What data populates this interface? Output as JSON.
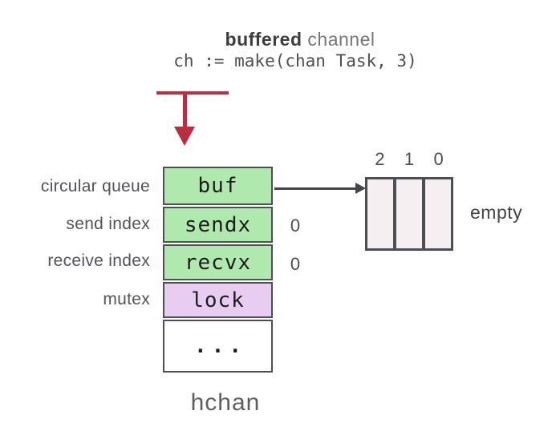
{
  "title": {
    "bold_word": "buffered",
    "rest": " channel"
  },
  "code_line": "ch := make(chan Task, 3)",
  "struct": {
    "name": "hchan",
    "fields": [
      {
        "label": "circular queue",
        "field": "buf",
        "value": "",
        "fill": "green"
      },
      {
        "label": "send index",
        "field": "sendx",
        "value": "0",
        "fill": "green"
      },
      {
        "label": "receive index",
        "field": "recvx",
        "value": "0",
        "fill": "green"
      },
      {
        "label": "mutex",
        "field": "lock",
        "value": "",
        "fill": "purple"
      },
      {
        "label": "",
        "field": "...",
        "value": "",
        "fill": "white"
      }
    ]
  },
  "buffer": {
    "indices": [
      "2",
      "1",
      "0"
    ],
    "cell_count": 3,
    "status": "empty"
  },
  "colors": {
    "field_green": "#b0e9ae",
    "field_purple": "#e9ccf2",
    "cell_fill": "#f5eff1",
    "border_dark": "#4e4e55",
    "arrow_red": "#b92e40",
    "arrow_gray": "#45444b",
    "text_dark": "#1d1d1d",
    "label_gray": "#55525a"
  }
}
